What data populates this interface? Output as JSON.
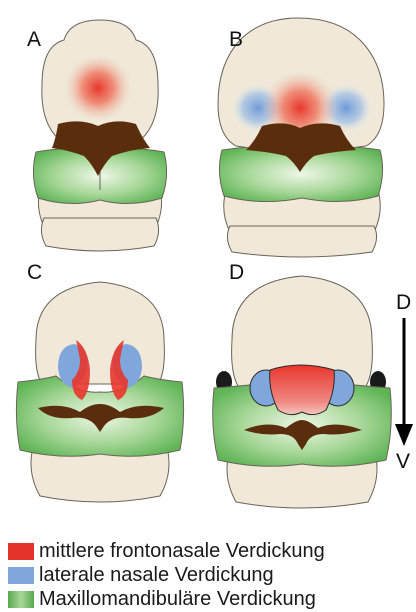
{
  "panels": [
    {
      "letter": "A"
    },
    {
      "letter": "B"
    },
    {
      "letter": "C"
    },
    {
      "letter": "D"
    }
  ],
  "axis": {
    "top": "D",
    "bottom": "V"
  },
  "colors": {
    "skin": "#f0e9d9",
    "outline": "#6b6258",
    "frontonasal": "#e8362c",
    "nasal": "#7fa7dc",
    "maxillomandibular": "#6dbb63",
    "mouth": "#5a2d0c",
    "eye": "#1a1a1a"
  },
  "legend": [
    {
      "label": "mittlere frontonasale Verdickung",
      "color": "#e3332b"
    },
    {
      "label": "laterale nasale Verdickung",
      "color": "#7fa7dc"
    },
    {
      "label": "Maxillomandibuläre Verdickung",
      "color": "#59a84f"
    }
  ]
}
